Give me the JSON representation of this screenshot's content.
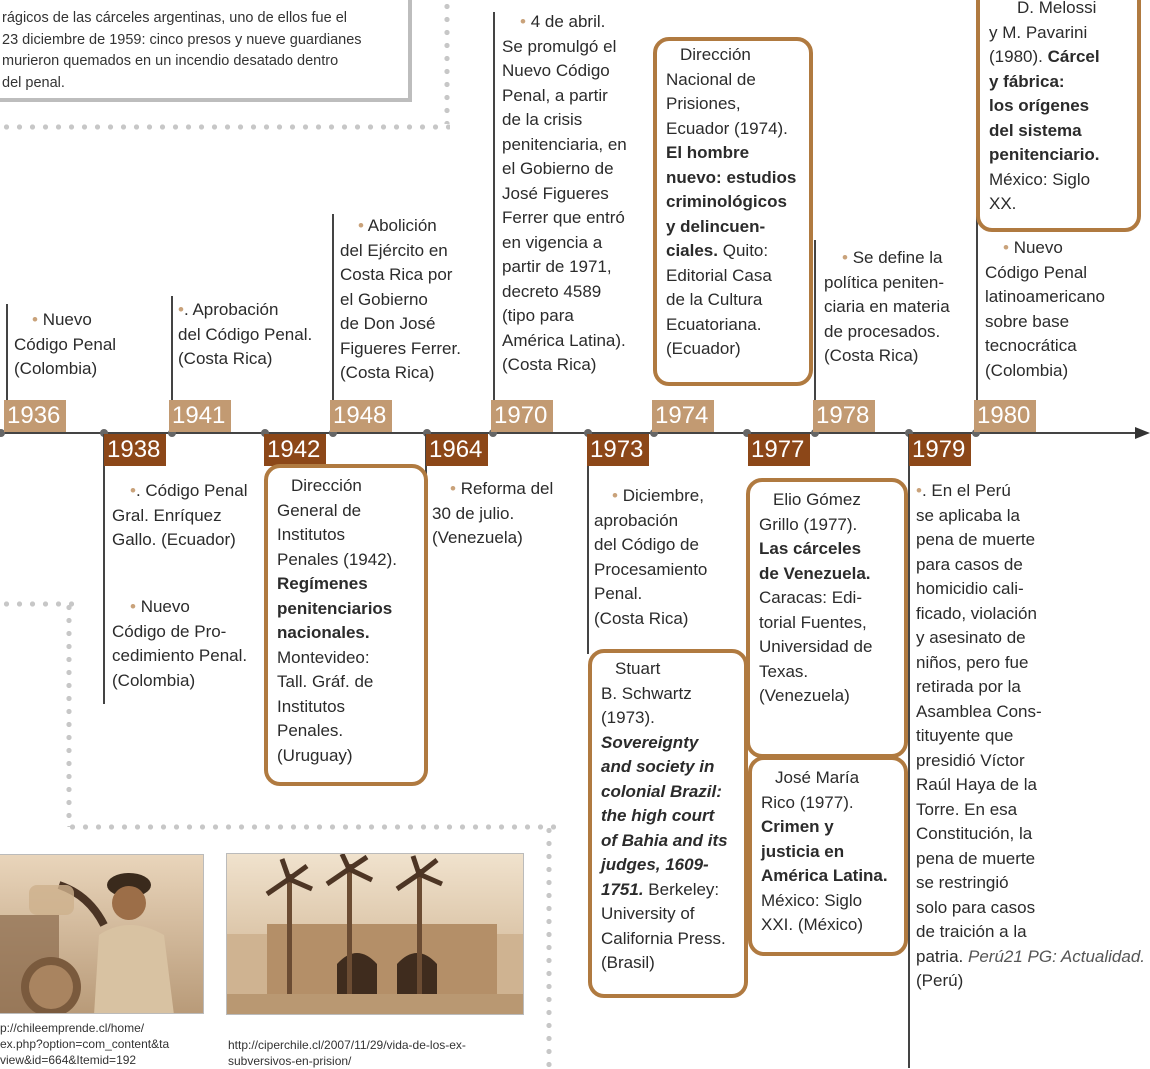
{
  "quote": {
    "line1": "rágicos de las cárceles argentinas, uno de ellos fue el",
    "line2": "23 diciembre de 1959: cinco presos y nueve guardianes",
    "line3": "murieron quemados en un incendio desatado dentro",
    "line4": "del penal."
  },
  "years": {
    "y1936": "1936",
    "y1938": "1938",
    "y1941": "1941",
    "y1942": "1942",
    "y1948": "1948",
    "y1964": "1964",
    "y1970": "1970",
    "y1973": "1973",
    "y1974": "1974",
    "y1977": "1977",
    "y1978": "1978",
    "y1979": "1979",
    "y1980": "1980"
  },
  "bullet": "•",
  "events": {
    "e1936": [
      "Nuevo",
      "Código Penal",
      "(Colombia)"
    ],
    "e1941": [
      ". Aprobación",
      "del Código Penal.",
      "(Costa Rica)"
    ],
    "e1948": [
      "Abolición",
      "del Ejército en",
      "Costa Rica por",
      "el Gobierno",
      "de Don José",
      "Figueres Ferrer.",
      "(Costa Rica)"
    ],
    "e1970": [
      "4 de abril.",
      "Se promulgó el",
      "Nuevo Código",
      "Penal, a partir",
      "de la crisis",
      "penitenciaria, en",
      "el Gobierno de",
      "José Figueres",
      "Ferrer que entró",
      "en vigencia a",
      "partir de 1971,",
      "decreto 4589",
      "(tipo para",
      "América Latina).",
      "(Costa Rica)"
    ],
    "e1978": [
      "Se define la",
      "política peniten-",
      "ciaria en materia",
      "de procesados.",
      "(Costa Rica)"
    ],
    "e1980": [
      "Nuevo",
      "Código Penal",
      "latinoamericano",
      "sobre base",
      "tecnocrática",
      "(Colombia)"
    ],
    "e1938a": [
      ". Código Penal",
      "Gral. Enríquez",
      "Gallo. (Ecuador)"
    ],
    "e1938b": [
      "Nuevo",
      "Código de Pro-",
      "cedimiento Penal.",
      "(Colombia)"
    ],
    "e1964": [
      "Reforma del",
      "30 de julio.",
      "(Venezuela)"
    ],
    "e1973": [
      "Diciembre,",
      "aprobación",
      "del Código de",
      "Procesamiento",
      "Penal.",
      "(Costa Rica)"
    ],
    "e1979": [
      ". En el Perú",
      "se aplicaba la",
      "pena de muerte",
      "para casos de",
      "homicidio cali-",
      "ficado, violación",
      "y asesinato de",
      "niños, pero fue",
      "retirada por la",
      "Asamblea Cons-",
      "tituyente que",
      "presidió Víctor",
      "Raúl Haya de la",
      "Torre. En esa",
      "Constitución, la",
      "pena de muerte",
      "se restringió",
      "solo para casos",
      "de traición a la",
      "patria."
    ],
    "e1979_source": "Perú21 PG: Actualidad.",
    "e1979_country": "(Perú)"
  },
  "refs": {
    "ecuador": {
      "author": [
        "Dirección",
        "Nacional de",
        "Prisiones,",
        "Ecuador (1974)."
      ],
      "title": [
        "El hombre",
        "nuevo: estudios",
        "criminológicos",
        "y delincuen-",
        "ciales."
      ],
      "pub": [
        "Quito:",
        "Editorial Casa",
        "de la Cultura",
        "Ecuatoriana.",
        "(Ecuador)"
      ]
    },
    "melossi": {
      "author": [
        "D. Melossi",
        "y M. Pavarini",
        "(1980)."
      ],
      "title": [
        "Cárcel",
        "y fábrica:",
        "los orígenes",
        "del sistema",
        "penitenciario."
      ],
      "pub": [
        "México: Siglo",
        "XX."
      ]
    },
    "uruguay": {
      "author": [
        "Dirección",
        "General de",
        "Institutos",
        "Penales (1942)."
      ],
      "title": [
        "Regímenes",
        "penitenciarios",
        "nacionales."
      ],
      "pub": [
        "Montevideo:",
        "Tall. Gráf. de",
        "Institutos",
        "Penales.",
        "(Uruguay)"
      ]
    },
    "schwartz": {
      "author": [
        "Stuart",
        "B. Schwartz",
        "(1973)."
      ],
      "title": [
        "Sovereignty",
        "and society in",
        "colonial Brazil:",
        "the high court",
        "of Bahia and its",
        "judges, 1609-",
        "1751."
      ],
      "pub": [
        "Berkeley:",
        "University of",
        "California Press.",
        "(Brasil)"
      ]
    },
    "gomez": {
      "author": [
        "Elio Gómez",
        "Grillo (1977)."
      ],
      "title": [
        "Las cárceles",
        "de Venezuela."
      ],
      "pub": [
        "Caracas: Edi-",
        "torial Fuentes,",
        "Universidad de",
        "Texas.",
        "(Venezuela)"
      ]
    },
    "rico": {
      "author": [
        "José María",
        "Rico (1977)."
      ],
      "title": [
        "Crimen y",
        "justicia en",
        "América Latina."
      ],
      "pub": [
        "México: Siglo",
        "XXI. (México)"
      ]
    }
  },
  "captions": {
    "left": [
      "p://chileemprende.cl/home/",
      "ex.php?option=com_content&ta",
      "view&id=664&Itemid=192"
    ],
    "right": [
      "http://ciperchile.cl/2007/11/29/vida-de-los-ex-",
      "subversivos-en-prision/"
    ]
  }
}
